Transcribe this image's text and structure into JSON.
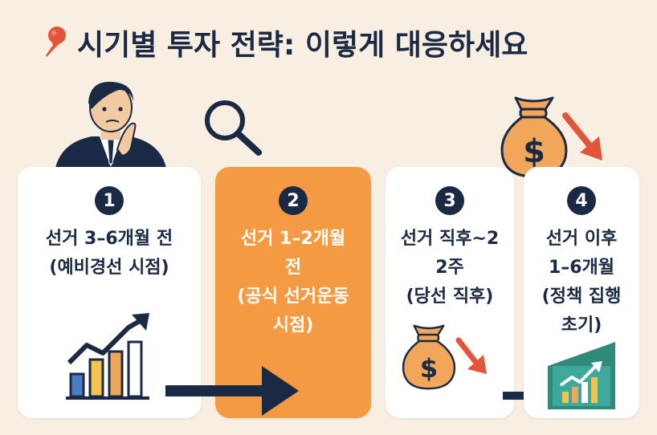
{
  "title": "시기별 투자 전략: 이렇게 대응하세요",
  "icons": {
    "pin": "pin-icon",
    "person": "thinking-person-icon",
    "search": "magnifier-icon",
    "money_bag": "money-bag-icon",
    "chart": "growth-chart-icon",
    "arrow": "arrow-right-icon"
  },
  "colors": {
    "background": "#f8eee2",
    "navy": "#1b2a44",
    "orange": "#f49a42",
    "red": "#e2553a"
  },
  "steps": [
    {
      "number": "1",
      "lines": [
        "선거 3–6개월 전",
        "(예비경선 시점)"
      ]
    },
    {
      "number": "2",
      "lines": [
        "선거 1–2개월",
        "전",
        "(공식 선거운동",
        "시점)"
      ]
    },
    {
      "number": "3",
      "lines": [
        "선거 직후~2",
        "2주",
        "(당선 직후)"
      ]
    },
    {
      "number": "4",
      "lines": [
        "선거 이후",
        "1–6개월",
        "(정책 집행",
        "초기)"
      ]
    }
  ]
}
